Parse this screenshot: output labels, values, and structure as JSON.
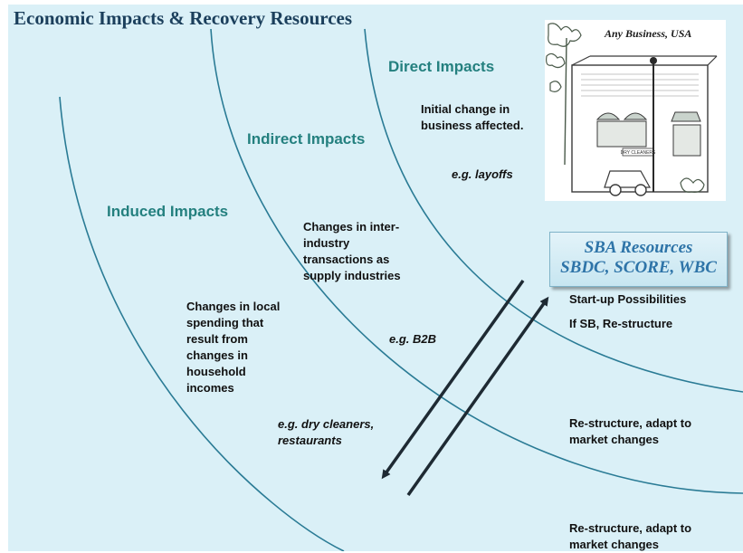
{
  "title": "Economic Impacts & Recovery Resources",
  "illustration": {
    "caption": "Any Business, USA",
    "storefront_sign": "DRY CLEANERS"
  },
  "direct": {
    "heading": "Direct Impacts",
    "description": "Initial change in business affected.",
    "example": "e.g. layoffs"
  },
  "indirect": {
    "heading": "Indirect Impacts",
    "description": "Changes in inter-industry transactions as supply industries",
    "example": "e.g. B2B"
  },
  "induced": {
    "heading": "Induced Impacts",
    "description": "Changes in local spending that result from changes in household incomes",
    "example": "e.g. dry cleaners, restaurants"
  },
  "sba": {
    "title": "SBA Resources",
    "programs": "SBDC, SCORE, WBC"
  },
  "responses": {
    "direct_line1": "Start-up Possibilities",
    "direct_line2": "If SB, Re-structure",
    "indirect": "Re-structure, adapt to market changes",
    "induced": "Re-structure, adapt to market changes"
  },
  "colors": {
    "background": "#daf0f7",
    "arc": "#2a7b95",
    "heading": "#24807f",
    "title": "#1b3f5c",
    "arrow": "#1e2a33",
    "sba_text": "#2e74a8"
  }
}
